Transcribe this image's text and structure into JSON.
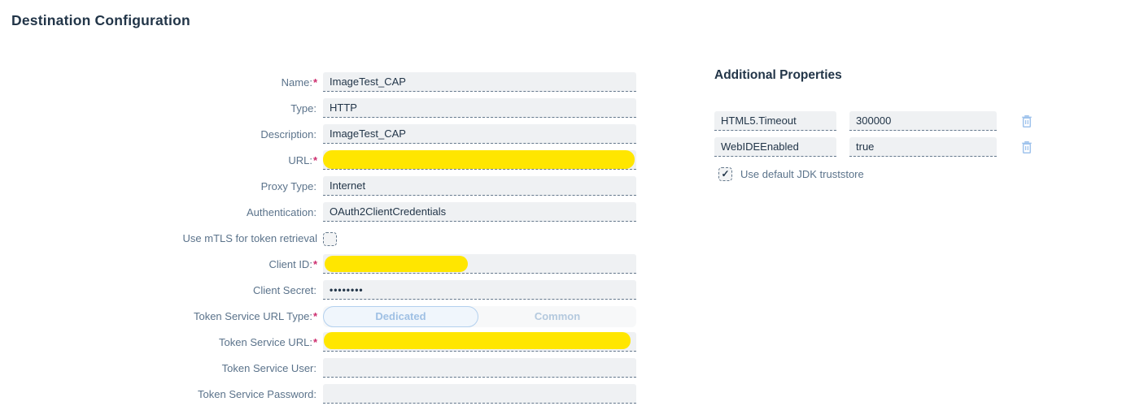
{
  "page": {
    "title": "Destination Configuration"
  },
  "form": {
    "fields": [
      {
        "label": "Name:",
        "req": "*",
        "value": "ImageTest_CAP"
      },
      {
        "label": "Type:",
        "req": "",
        "value": "HTTP"
      },
      {
        "label": "Description:",
        "req": "",
        "value": "ImageTest_CAP"
      },
      {
        "label": "URL:",
        "req": "*",
        "value": "",
        "redacted": true
      },
      {
        "label": "Proxy Type:",
        "req": "",
        "value": "Internet"
      },
      {
        "label": "Authentication:",
        "req": "",
        "value": "OAuth2ClientCredentials"
      },
      {
        "label": "Use mTLS for token retrieval",
        "req": "",
        "checked": false
      },
      {
        "label": "Client ID:",
        "req": "*",
        "value": "",
        "redacted": true
      },
      {
        "label": "Client Secret:",
        "req": "",
        "value": "••••••••"
      },
      {
        "label": "Token Service URL Type:",
        "req": "*",
        "options": [
          "Dedicated",
          "Common"
        ],
        "selected": "Dedicated"
      },
      {
        "label": "Token Service URL:",
        "req": "*",
        "value": "",
        "redacted": true
      },
      {
        "label": "Token Service User:",
        "req": "",
        "value": ""
      },
      {
        "label": "Token Service Password:",
        "req": "",
        "value": ""
      }
    ]
  },
  "additional_properties": {
    "title": "Additional Properties",
    "rows": [
      {
        "key": "HTML5.Timeout",
        "value": "300000"
      },
      {
        "key": "WebIDEEnabled",
        "value": "true"
      }
    ],
    "truststore": {
      "label": "Use default JDK truststore",
      "checked": true
    }
  },
  "icons": {
    "delete": "trash-icon",
    "checkmark": "✓"
  },
  "colors": {
    "redaction_yellow": "#ffe600",
    "label_text": "#5b738b",
    "value_text": "#223548",
    "required_marker": "#cd2d6e",
    "field_background": "#eff1f3",
    "dashed_border": "#64788c",
    "trash_icon_blue": "#9fc3ec",
    "segment_selected_border": "#b3d0ee",
    "title_text": "#223548"
  }
}
